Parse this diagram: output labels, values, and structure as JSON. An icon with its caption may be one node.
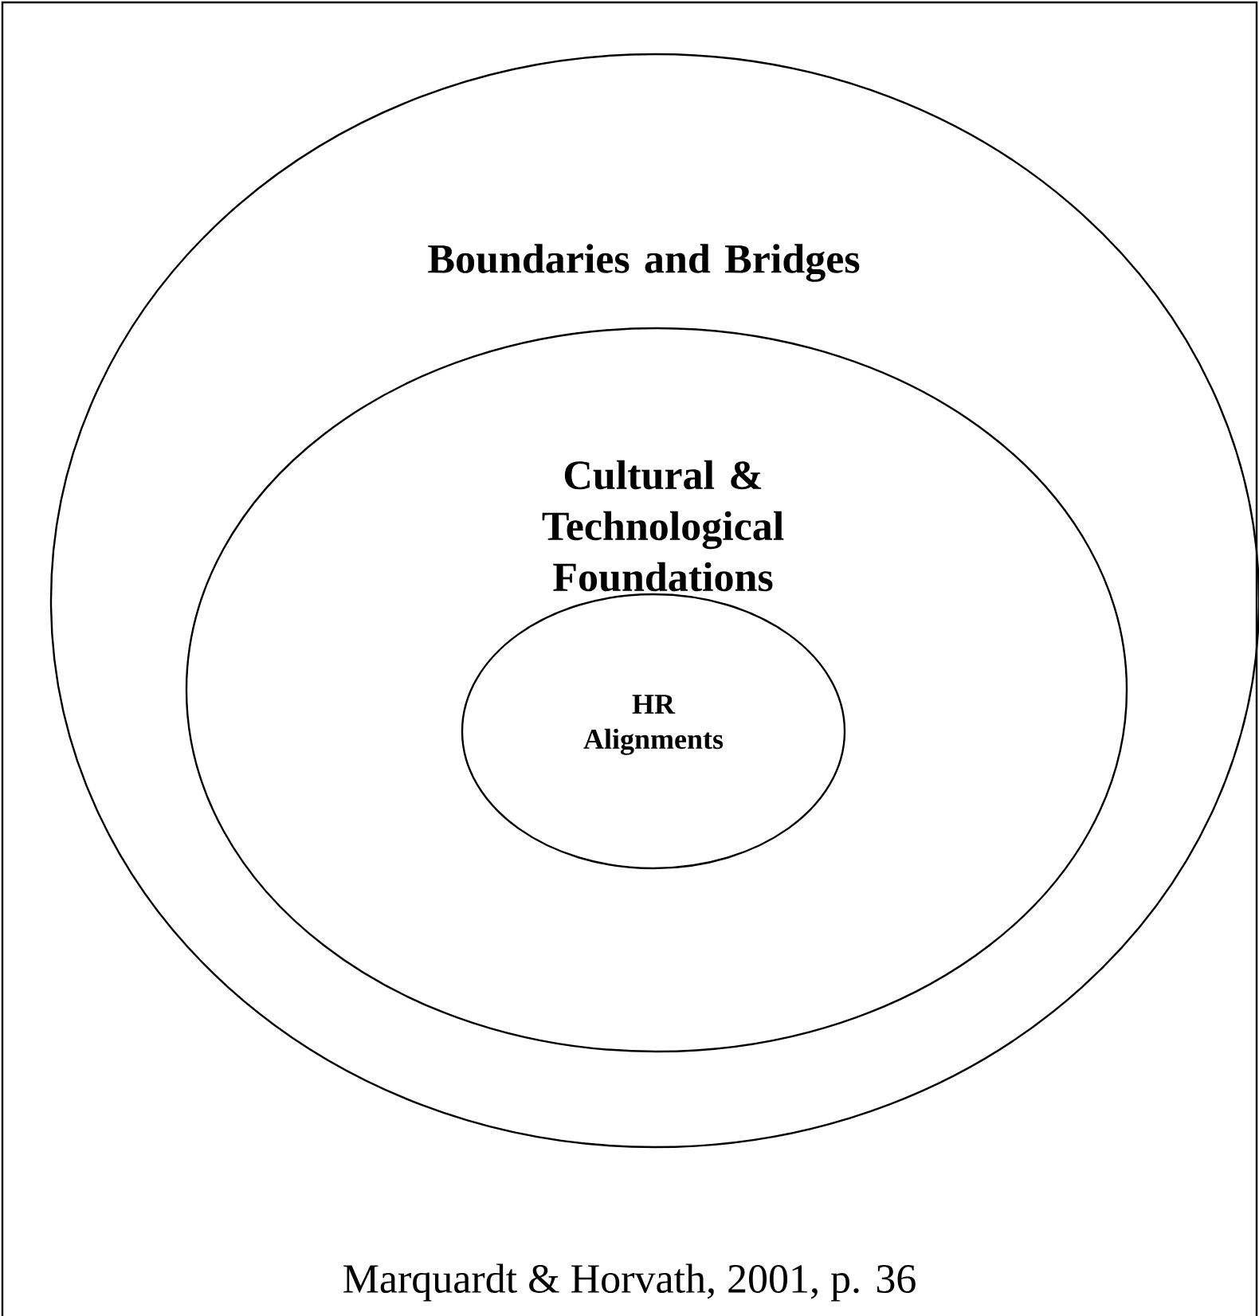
{
  "diagram": {
    "caption": "Marquardt & Horvath, 2001, p. 36",
    "nodes": [
      {
        "text": [
          "Boundaries and Bridges"
        ]
      },
      {
        "text": [
          "Cultural & Technological Foundations"
        ],
        "in": 0
      },
      {
        "text": [
          "HR Alignments"
        ],
        "in": 1
      }
    ]
  }
}
